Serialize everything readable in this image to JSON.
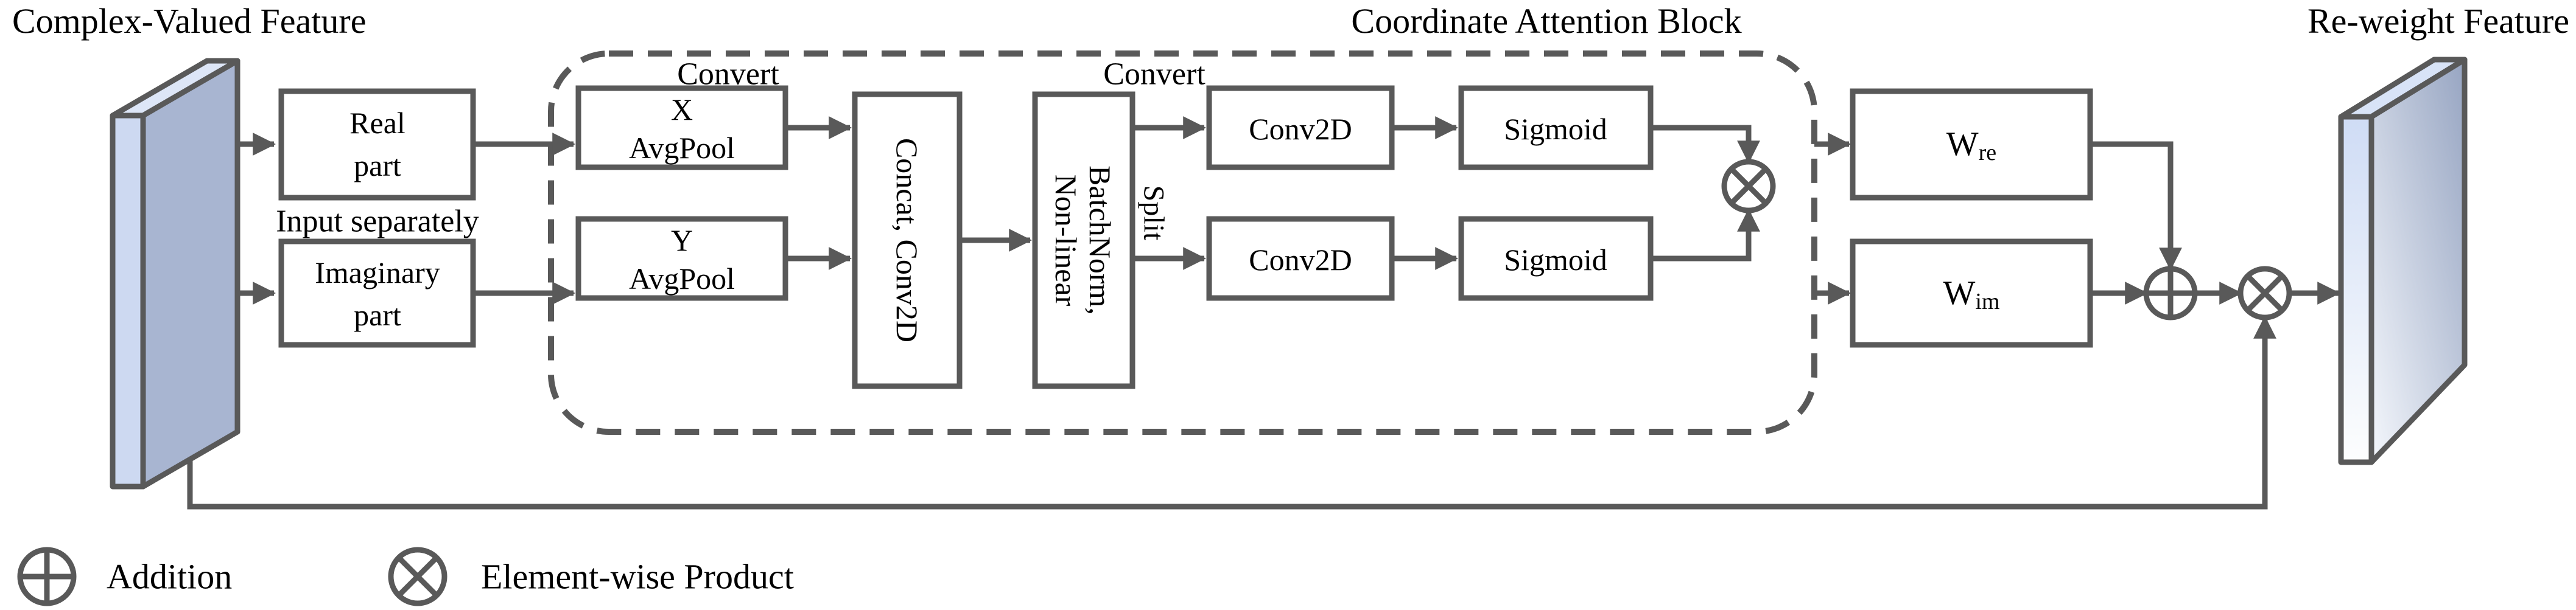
{
  "titles": {
    "complex_feature": "Complex-Valued Feature",
    "attention_block": "Coordinate Attention Block",
    "reweight_feature": "Re-weight Feature"
  },
  "annotations": {
    "input_separately": "Input separately",
    "convert_pool": "Convert",
    "convert_norm": "Convert",
    "split": "Split"
  },
  "nodes": {
    "real": {
      "line1": "Real",
      "line2": "part"
    },
    "imaginary": {
      "line1": "Imaginary",
      "line2": "part"
    },
    "x_avgpool": {
      "line1": "X",
      "line2": "AvgPool"
    },
    "y_avgpool": {
      "line1": "Y",
      "line2": "AvgPool"
    },
    "concat_conv2d": {
      "label": "Concat, Conv2D"
    },
    "batchnorm": {
      "line1": "BatchNorm,",
      "line2": "Non-linear"
    },
    "conv2d_top": {
      "label": "Conv2D"
    },
    "conv2d_bottom": {
      "label": "Conv2D"
    },
    "sigmoid_top": {
      "label": "Sigmoid"
    },
    "sigmoid_bottom": {
      "label": "Sigmoid"
    },
    "w_re": {
      "base": "W",
      "sub": "re"
    },
    "w_im": {
      "base": "W",
      "sub": "im"
    }
  },
  "legend": {
    "addition": "Addition",
    "elementwise_product": "Element-wise Product"
  },
  "colors": {
    "line": "#595959",
    "text": "#000000",
    "background": "#ffffff",
    "slab_left_face": "#a8b5d1",
    "slab_left_strip": "#cdd9f1",
    "slab_left_top": "#dde6f7",
    "slab_right_face_dark": "#97a5c2",
    "slab_right_face_light": "#f4f7fc",
    "slab_right_strip_top": "#cfdcf5",
    "slab_right_strip_bottom": "#fdfefe",
    "slab_right_top": "#d8e3f7"
  }
}
